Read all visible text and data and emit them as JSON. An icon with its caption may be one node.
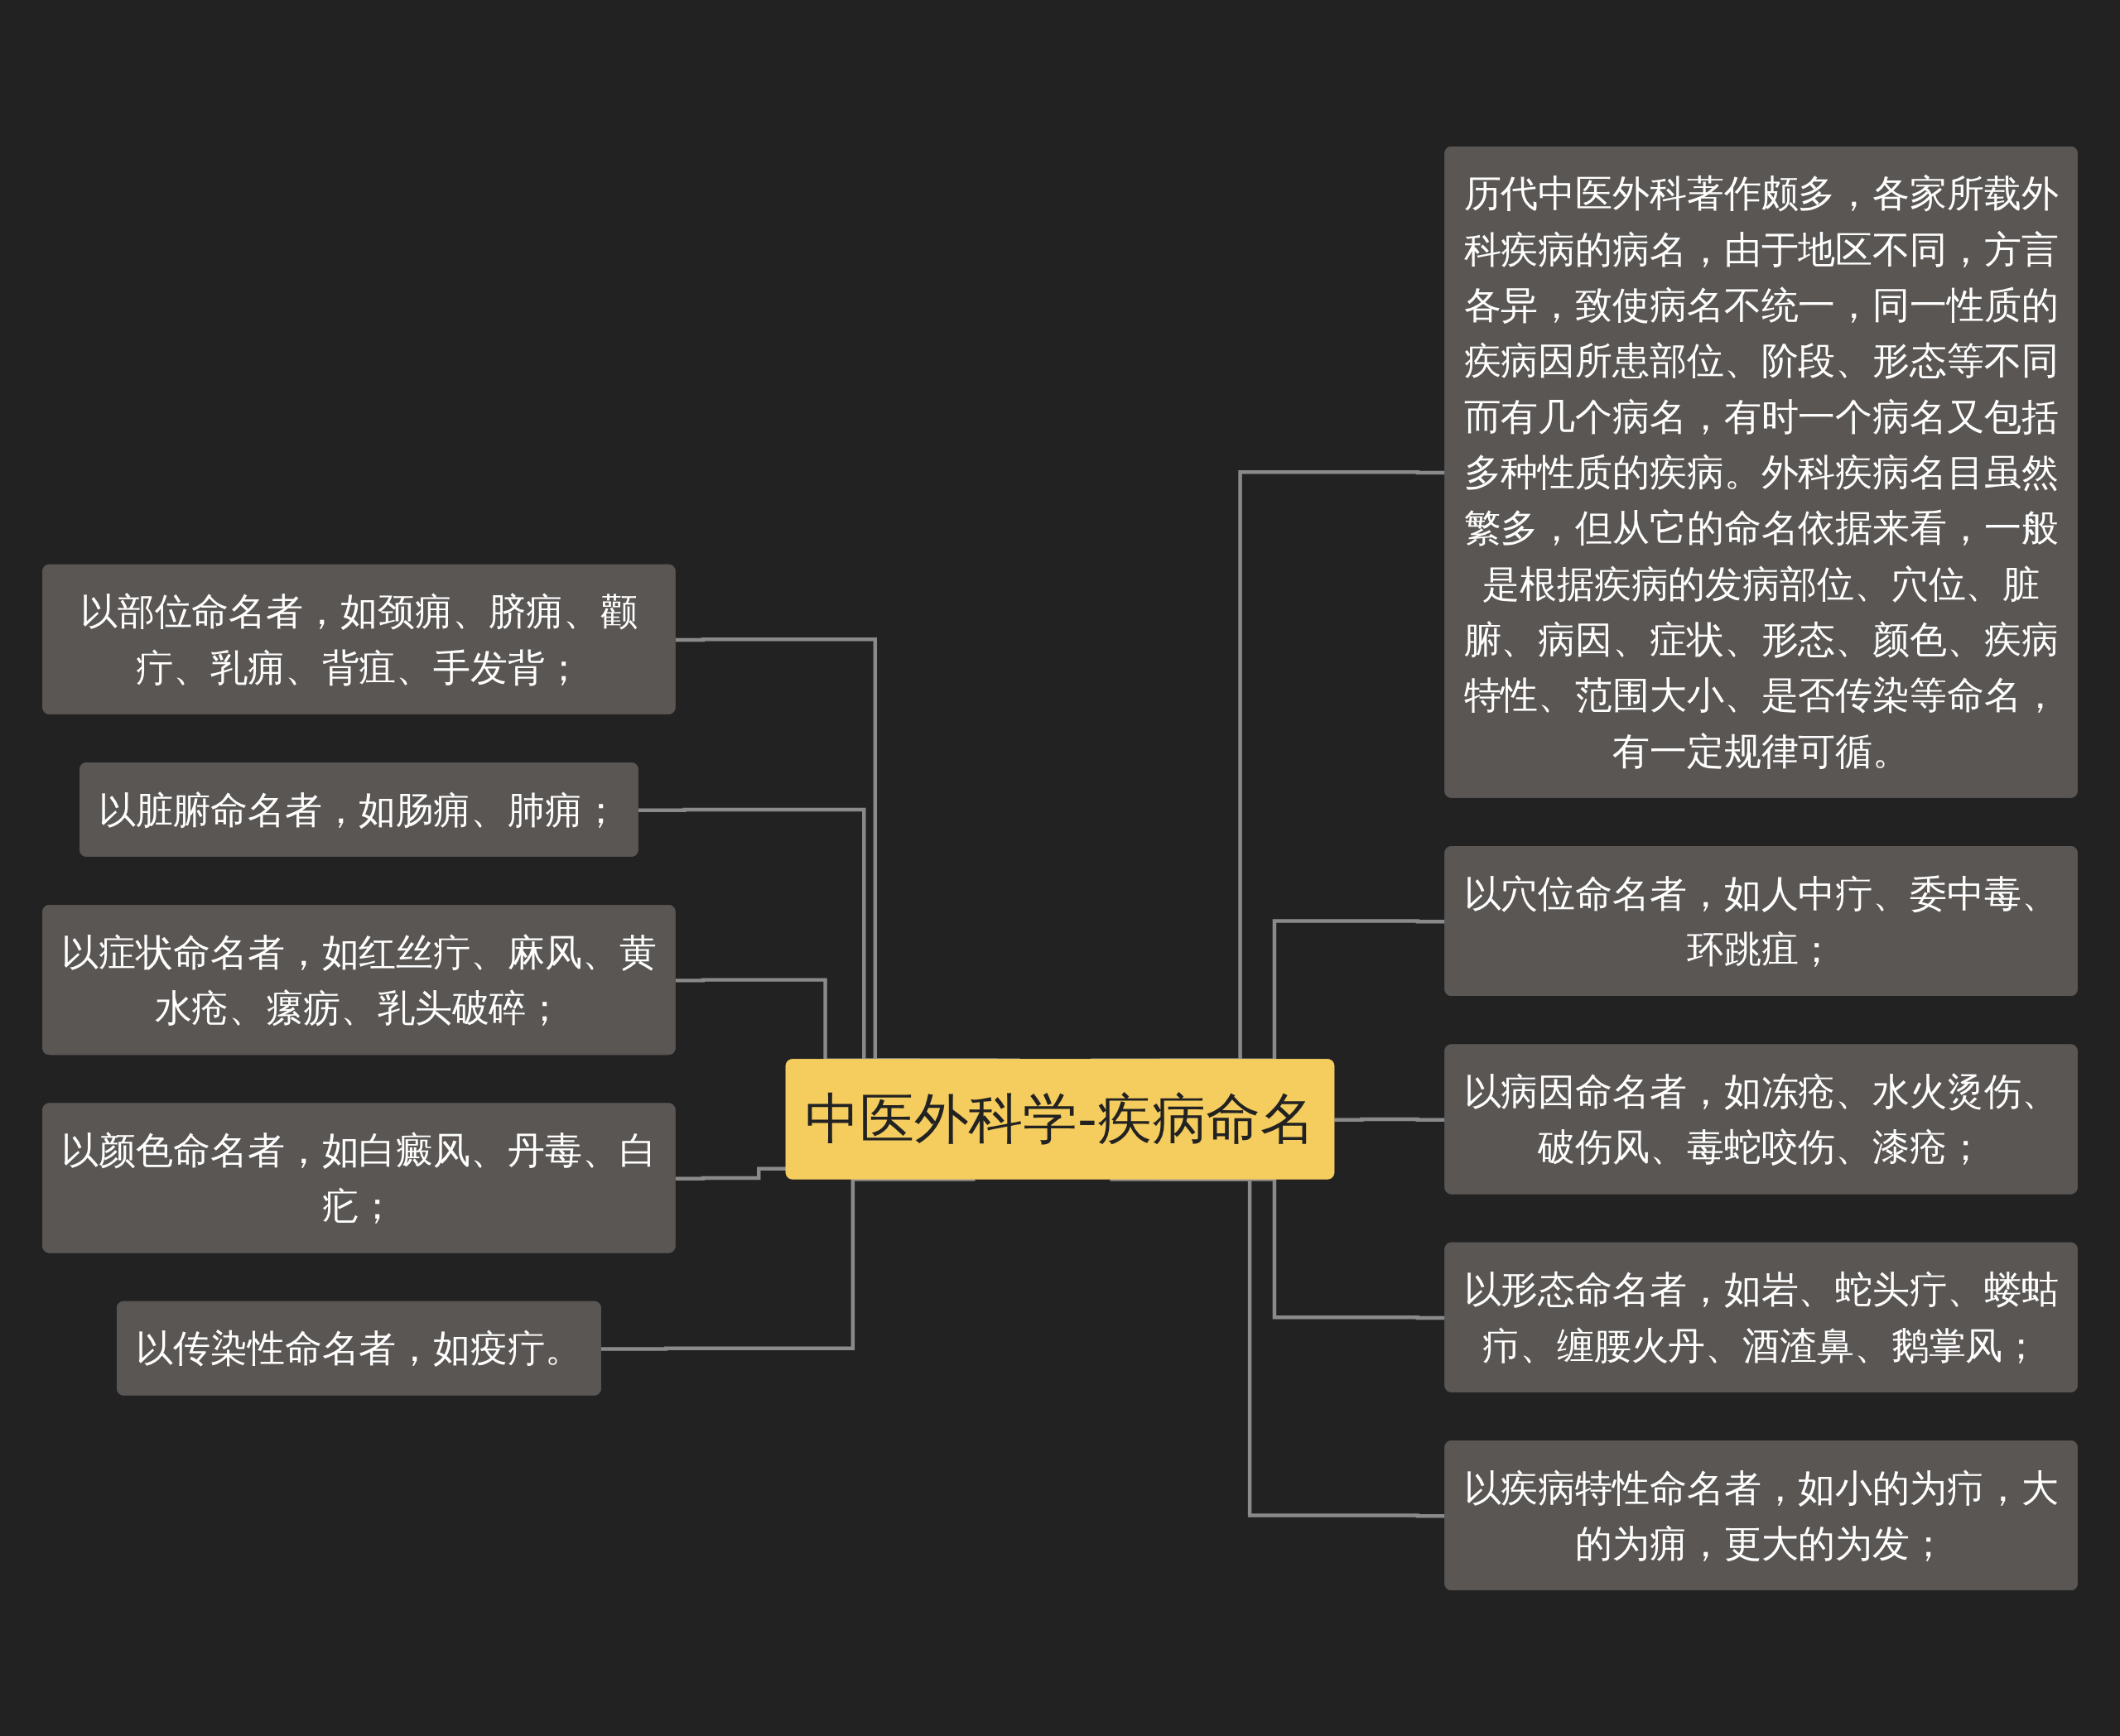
{
  "diagram": {
    "nodes": [
      {
        "text": [
          "中医外科学-疾病命名"
        ]
      },
      {
        "text": [
          "以部位命名者，如颈痈、脐痈、颧疔、乳痈、背疽、手发背；"
        ]
      },
      {
        "text": [
          "以脏腑命名者，如肠痈、肺痈；"
        ]
      },
      {
        "text": [
          "以症状命名者，如红丝疔、麻风、黄水疮、瘰疬、乳头破碎；"
        ]
      },
      {
        "text": [
          "以颜色命名者，如白癜风、丹毒、白疕；"
        ]
      },
      {
        "text": [
          "以传染性命名者，如疫疔。"
        ]
      },
      {
        "text": [
          "历代中医外科著作颇多，各家所载外科疾病的病名，由于地区不同，方言各异，致使病名不统一，同一性质的疾病因所患部位、阶段、形态等不同而有几个病名，有时一个病名又包括多种性质的疾病。外科疾病名目虽然繁多，但从它的命名依据来看，一般是根据疾病的发病部位、穴位、脏腑、病因、症状、形态、颜色、疾病特性、范围大小、是否传染等命名，有一定规律可循。"
        ]
      },
      {
        "text": [
          "以穴位命名者，如人中疔、委中毒、环跳疽；"
        ]
      },
      {
        "text": [
          "以病因命名者，如冻疮、水火烫伤、破伤风、毒蛇咬伤、漆疮；"
        ]
      },
      {
        "text": [
          "以形态命名者，如岩、蛇头疔、蝼蛄疖、缠腰火丹、酒渣鼻、鹅掌风；"
        ]
      },
      {
        "text": [
          "以疾病特性命名者，如小的为疖，大的为痈，更大的为发；"
        ]
      }
    ],
    "edges": [
      {
        "from": 1,
        "to": 0,
        "arrow": "none"
      },
      {
        "from": 2,
        "to": 0,
        "arrow": "none"
      },
      {
        "from": 3,
        "to": 0,
        "arrow": "none"
      },
      {
        "from": 4,
        "to": 0,
        "arrow": "none"
      },
      {
        "from": 5,
        "to": 0,
        "arrow": "none"
      },
      {
        "from": 0,
        "to": 6,
        "arrow": "none"
      },
      {
        "from": 0,
        "to": 7,
        "arrow": "none"
      },
      {
        "from": 0,
        "to": 8,
        "arrow": "none"
      },
      {
        "from": 0,
        "to": 9,
        "arrow": "none"
      },
      {
        "from": 0,
        "to": 10,
        "arrow": "none"
      }
    ]
  }
}
